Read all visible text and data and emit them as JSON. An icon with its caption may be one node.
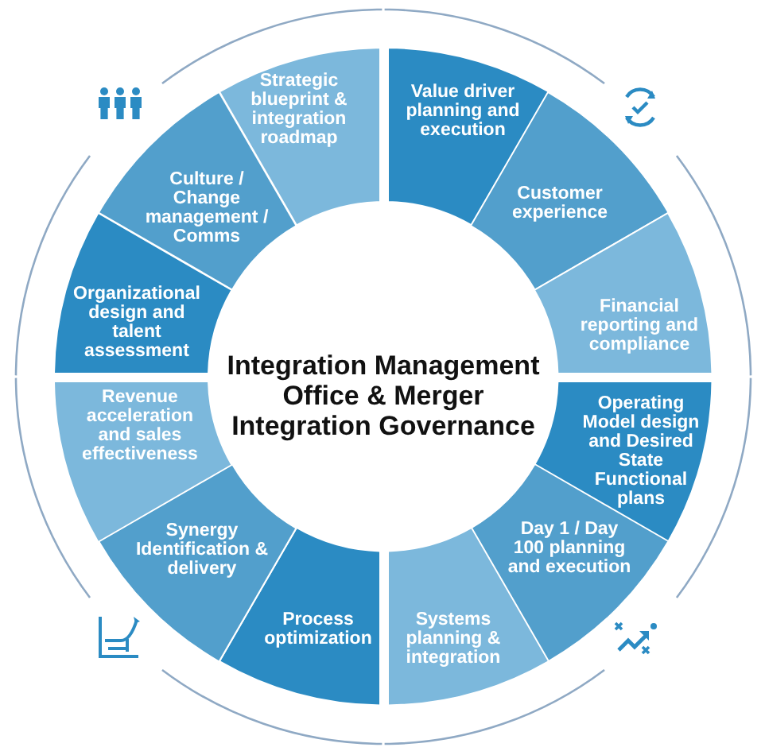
{
  "diagram": {
    "nodes": [
      {
        "text": [
          "Value driver planning and execution"
        ]
      },
      {
        "text": [
          "Customer experience"
        ]
      },
      {
        "text": [
          "Financial reporting and compliance"
        ]
      },
      {
        "text": [
          "Operating Model design and Desired State Functional plans"
        ]
      },
      {
        "text": [
          "Day 1 / Day 100 planning and execution"
        ]
      },
      {
        "text": [
          "Systems planning & integration"
        ]
      },
      {
        "text": [
          "Process optimization"
        ]
      },
      {
        "text": [
          "Synergy Identification & delivery"
        ]
      },
      {
        "text": [
          "Revenue acceleration and sales effectiveness"
        ]
      },
      {
        "text": [
          "Organizational design and talent assessment"
        ]
      },
      {
        "text": [
          "Culture / Change management / Comms"
        ]
      },
      {
        "text": [
          "Strategic blueprint & integration roadmap"
        ]
      },
      {
        "text": [
          "Integration Management Office & Merger Integration Governance"
        ]
      }
    ]
  }
}
